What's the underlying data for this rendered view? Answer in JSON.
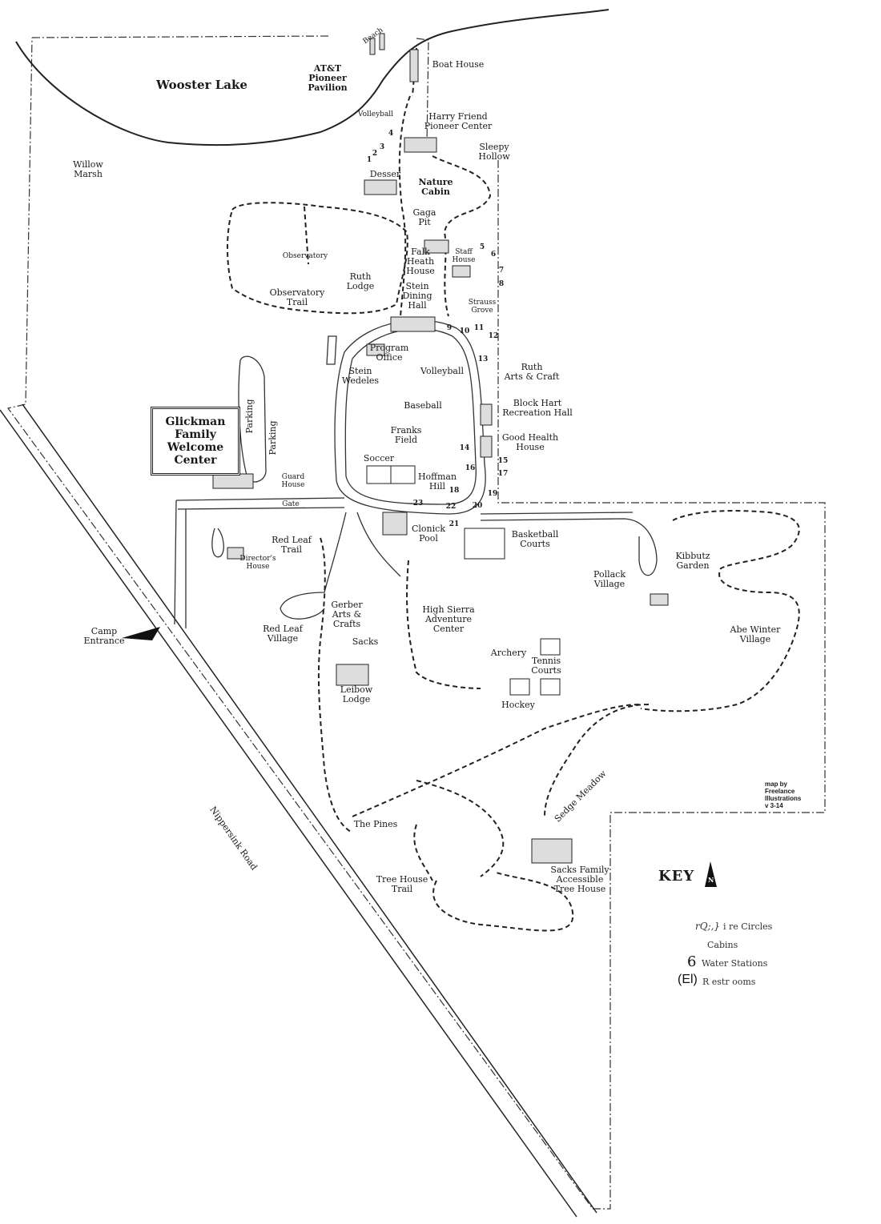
{
  "map": {
    "lake": "Wooster Lake",
    "road": "Nippersink Road",
    "welcome_center": "Glickman\nFamily\nWelcome\nCenter",
    "places": [
      {
        "id": "beach",
        "label": "Beach"
      },
      {
        "id": "boat-house",
        "label": "Boat House"
      },
      {
        "id": "att-pavilion",
        "label": "AT&T\nPioneer\nPavilion"
      },
      {
        "id": "harry-friend",
        "label": "Harry Friend\nPioneer Center"
      },
      {
        "id": "sleepy-hollow",
        "label": "Sleepy\nHollow"
      },
      {
        "id": "volleyball-north",
        "label": "Volleyball"
      },
      {
        "id": "desser",
        "label": "Desser"
      },
      {
        "id": "nature-cabin",
        "label": "Nature\nCabin"
      },
      {
        "id": "willow-marsh",
        "label": "Willow\nMarsh"
      },
      {
        "id": "observatory",
        "label": "Observatory"
      },
      {
        "id": "observatory-trail",
        "label": "Observatory\nTrail"
      },
      {
        "id": "gaga-pit",
        "label": "Gaga\nPit"
      },
      {
        "id": "falk-heath",
        "label": "Falk\nHeath\nHouse"
      },
      {
        "id": "staff-house",
        "label": "Staff\nHouse"
      },
      {
        "id": "ruth-lodge",
        "label": "Ruth\nLodge"
      },
      {
        "id": "stein-dining",
        "label": "Stein\nDining\nHall"
      },
      {
        "id": "strauss-grove",
        "label": "Strauss\nGrove"
      },
      {
        "id": "program-office",
        "label": "Program\nOffice"
      },
      {
        "id": "ruth-arts",
        "label": "Ruth\nArts & Craft"
      },
      {
        "id": "stein-wedeles",
        "label": "Stein\nWedeles"
      },
      {
        "id": "volleyball-field",
        "label": "Volleyball"
      },
      {
        "id": "baseball",
        "label": "Baseball"
      },
      {
        "id": "block-hart",
        "label": "Block Hart\nRecreation Hall"
      },
      {
        "id": "parking-1",
        "label": "Parking"
      },
      {
        "id": "parking-2",
        "label": "Parking"
      },
      {
        "id": "franks-field",
        "label": "Franks\nField"
      },
      {
        "id": "good-health",
        "label": "Good Health\nHouse"
      },
      {
        "id": "soccer",
        "label": "Soccer"
      },
      {
        "id": "hoffman-hill",
        "label": "Hoffman\nHill"
      },
      {
        "id": "guard-house",
        "label": "Guard\nHouse"
      },
      {
        "id": "gate",
        "label": "Gate"
      },
      {
        "id": "clonick-pool",
        "label": "Clonick\nPool"
      },
      {
        "id": "basketball",
        "label": "Basketball\nCourts"
      },
      {
        "id": "red-leaf-trail",
        "label": "Red Leaf\nTrail"
      },
      {
        "id": "directors-house",
        "label": "Director's\nHouse"
      },
      {
        "id": "kibbutz-garden",
        "label": "Kibbutz\nGarden"
      },
      {
        "id": "pollack-village",
        "label": "Pollack\nVillage"
      },
      {
        "id": "camp-entrance",
        "label": "Camp\nEntrance"
      },
      {
        "id": "gerber-arts",
        "label": "Gerber\nArts &\nCrafts"
      },
      {
        "id": "high-sierra",
        "label": "High Sierra\nAdventure\nCenter"
      },
      {
        "id": "red-leaf-village",
        "label": "Red Leaf\nVillage"
      },
      {
        "id": "sacks",
        "label": "Sacks"
      },
      {
        "id": "archery",
        "label": "Archery"
      },
      {
        "id": "tennis",
        "label": "Tennis\nCourts"
      },
      {
        "id": "abe-winter",
        "label": "Abe Winter\nVillage"
      },
      {
        "id": "leibow-lodge",
        "label": "Leibow\nLodge"
      },
      {
        "id": "hockey",
        "label": "Hockey"
      },
      {
        "id": "the-pines",
        "label": "The Pines"
      },
      {
        "id": "sedge-meadow",
        "label": "Sedge Meadow"
      },
      {
        "id": "tree-house-trail",
        "label": "Tree House\nTrail"
      },
      {
        "id": "sacks-tree-house",
        "label": "Sacks Family\nAccessible\nTree House"
      }
    ],
    "cabin_numbers": [
      "1",
      "2",
      "3",
      "4",
      "5",
      "6",
      "7",
      "8",
      "9",
      "10",
      "11",
      "12",
      "13",
      "14",
      "15",
      "16",
      "17",
      "18",
      "19",
      "20",
      "21",
      "22",
      "23"
    ],
    "credit": "map by\nFreelance\nIllustrations\nv 3-14"
  },
  "key": {
    "title": "KEY",
    "north_letter": "N",
    "items": [
      {
        "symbol": "rQ;,}",
        "label": "i re Circles"
      },
      {
        "symbol": "",
        "label": "Cabins"
      },
      {
        "symbol": "6",
        "label": "Water Stations"
      },
      {
        "symbol": "(El)",
        "label": "R estr ooms"
      }
    ]
  }
}
